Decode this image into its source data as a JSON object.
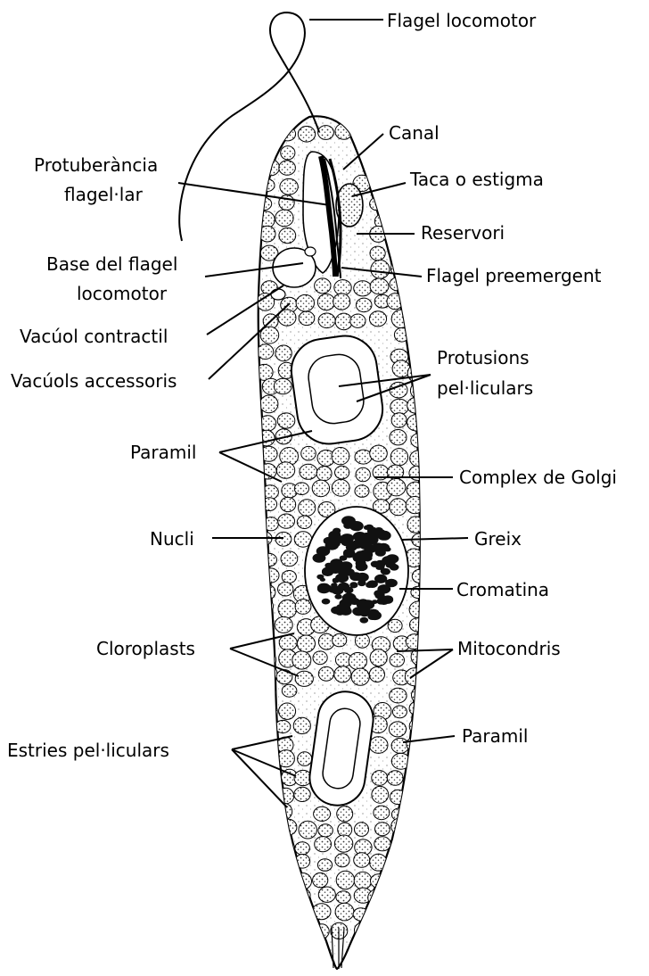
{
  "labels": {
    "flagel_locomotor": "Flagel locomotor",
    "canal": "Canal",
    "taca": "Taca o estigma",
    "reservori": "Reservori",
    "flagel_preemergent": "Flagel preemergent",
    "protuberancia_1": "Protuberància",
    "protuberancia_2": "flagel·lar",
    "base_flagel_1": "Base del flagel",
    "base_flagel_2": "locomotor",
    "vacuol_contractil": "Vacúol contractil",
    "vacuols_accessoris": "Vacúols accessoris",
    "protusions_1": "Protusions",
    "protusions_2": "pel·liculars",
    "paramil_1": "Paramil",
    "complex_golgi": "Complex de Golgi",
    "nucli": "Nucli",
    "greix": "Greix",
    "cromatina": "Cromatina",
    "cloroplasts": "Cloroplasts",
    "mitocondris": "Mitocondris",
    "estries": "Estries pel·liculars",
    "paramil_2": "Paramil"
  }
}
